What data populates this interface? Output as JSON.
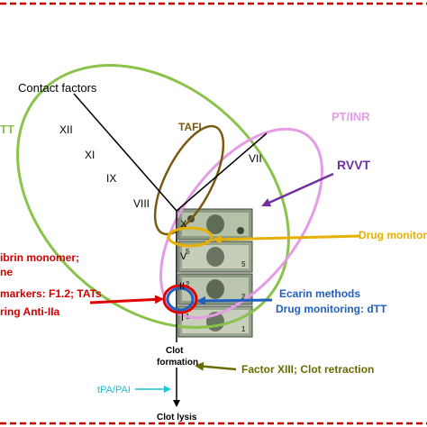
{
  "labels": {
    "contact_factors": "Contact factors",
    "tt_partial": "TT",
    "xii": "XII",
    "xi": "XI",
    "ix": "IX",
    "viii": "VIII",
    "vii": "VII",
    "tafi": "TAFI",
    "pt_inr": "PT/INR",
    "rvvt": "RVVT",
    "x": "X",
    "v": "V",
    "ii": "II",
    "i": "I",
    "drug_monitoring_partial": "Drug monitori",
    "ecarin_line1": "Ecarin methods",
    "ecarin_line2": "Drug monitoring: dTT",
    "left_line1": "ibrin monomer;",
    "left_line2": "ne",
    "left_line3": "markers: F1.2; TATs",
    "left_line4": "ring Anti-IIa",
    "clot_formation_line1": "Clot",
    "clot_formation_line2": "formation",
    "factor_xiii": "Factor XIII; Clot retraction",
    "tpa_pai": "tPA/PAI",
    "clot_lysis": "Clot lysis"
  },
  "colors": {
    "border_red": "#c00000",
    "green": "#8ac24a",
    "brown": "#7a5a10",
    "pink": "#e59be6",
    "purple": "#7030a0",
    "gold": "#e6b000",
    "blue": "#2060c0",
    "red": "#e00000",
    "olive": "#6b6b00",
    "cyan": "#20c0d0",
    "text_red": "#d00000"
  }
}
